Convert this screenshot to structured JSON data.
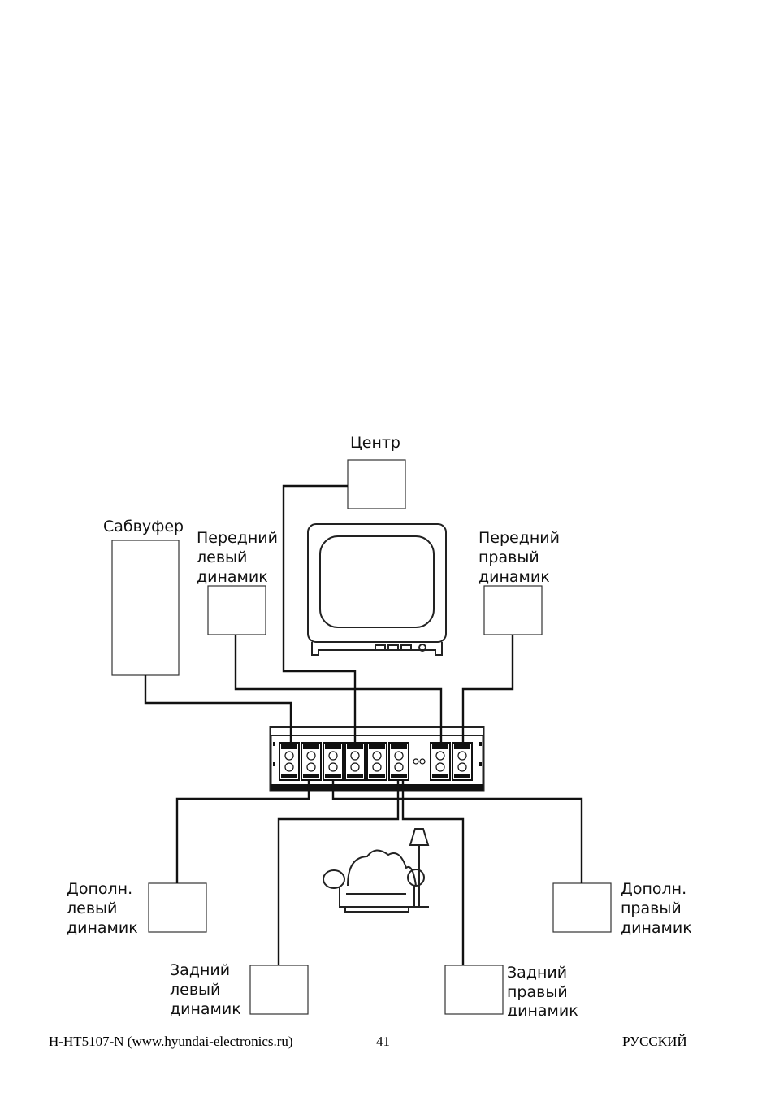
{
  "labels": {
    "center": "Центр",
    "subwoofer": "Сабвуфер",
    "front_left": [
      "Передний",
      "левый",
      "динамик"
    ],
    "front_right": [
      "Передний",
      "правый",
      "динамик"
    ],
    "extra_left": [
      "Дополн.",
      "левый",
      "динамик"
    ],
    "extra_right": [
      "Дополн.",
      "правый",
      "динамик"
    ],
    "rear_left": [
      "Задний",
      "левый",
      "динамик"
    ],
    "rear_right": [
      "Задний",
      "правый",
      "динамик"
    ]
  },
  "footer": {
    "model": "H-HT5107-N (",
    "link": "www.hyundai-electronics.ru",
    "close": ")",
    "page": "41",
    "language": "РУССКИЙ"
  }
}
